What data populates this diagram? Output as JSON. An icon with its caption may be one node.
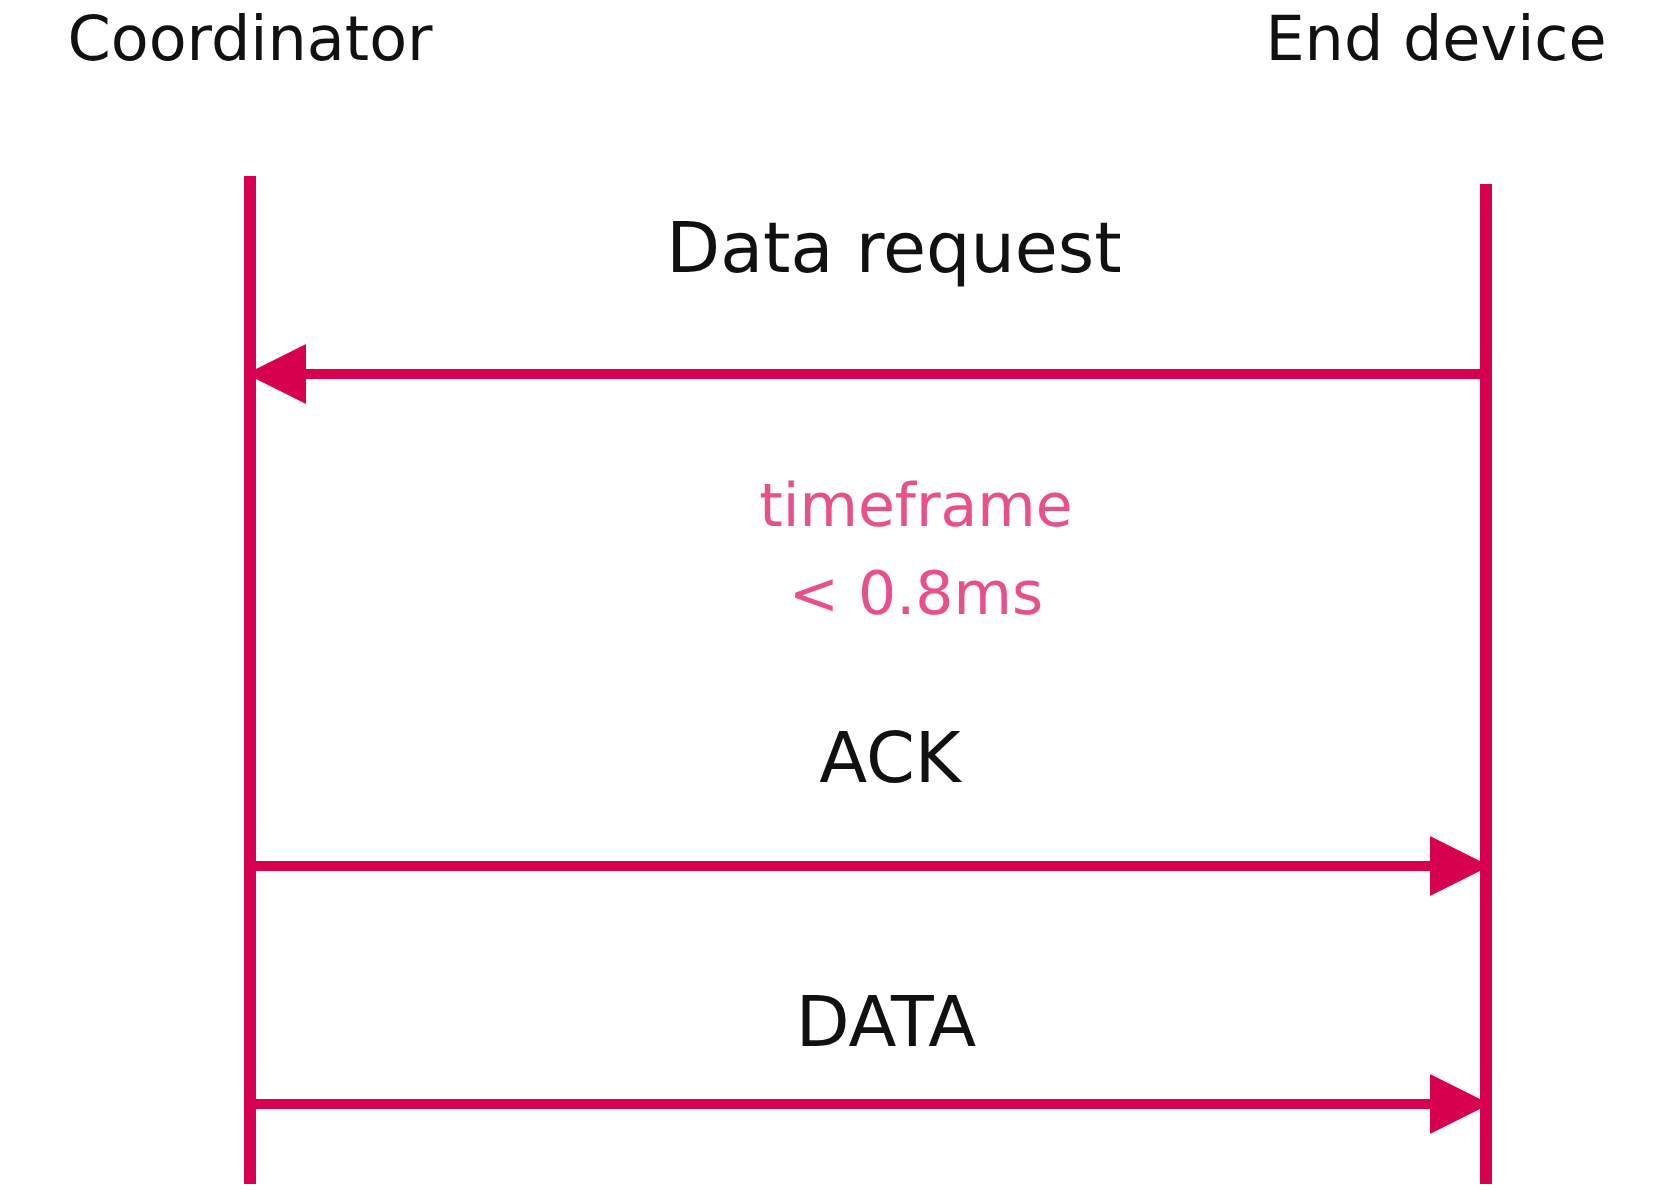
{
  "diagram": {
    "nodes": [
      {
        "text": [
          "Coordinator"
        ]
      },
      {
        "text": [
          "End device"
        ]
      }
    ],
    "edges": [
      {
        "from": 1,
        "to": 0,
        "arrow": "to",
        "label": "Data request"
      },
      {
        "from": 0,
        "to": 1,
        "arrow": "to",
        "label": "ACK"
      },
      {
        "from": 0,
        "to": 1,
        "arrow": "to",
        "label": "DATA"
      }
    ],
    "labels": [
      "timeframe < 0.8ms"
    ]
  }
}
